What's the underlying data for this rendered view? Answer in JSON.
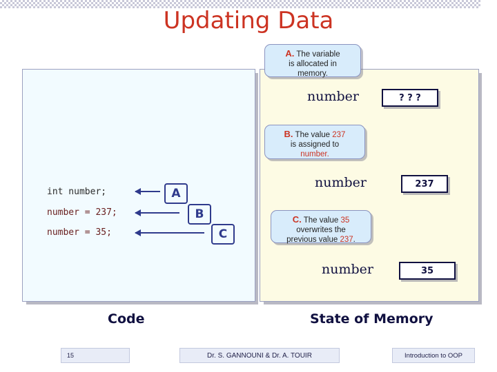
{
  "slide": {
    "title": "Updating Data",
    "code_caption": "Code",
    "memory_caption": "State of Memory"
  },
  "code": {
    "lines": [
      "int number;",
      "number = 237;",
      "number = 35;"
    ],
    "badges": [
      "A",
      "B",
      "C"
    ]
  },
  "callouts": [
    {
      "label": "A.",
      "text_1": "The variable",
      "text_2": "is allocated in",
      "text_3": "memory."
    },
    {
      "label": "B.",
      "text_1": "The value",
      "value_1": "237",
      "text_2": "is assigned to",
      "text_3": "number",
      "text_4": "."
    },
    {
      "label": "C.",
      "text_1": "The value",
      "value_1": "35",
      "text_2": "overwrites the",
      "text_3": "previous value",
      "value_2": "237",
      "text_4": "."
    }
  ],
  "memory": {
    "rows": [
      {
        "name": "number",
        "value": "? ? ?"
      },
      {
        "name": "number",
        "value": "237"
      },
      {
        "name": "number",
        "value": "35"
      }
    ]
  },
  "footer": {
    "slide_number": "15",
    "authors": "Dr. S. GANNOUNI & Dr. A. TOUIR",
    "course": "Introduction to OOP"
  },
  "colors": {
    "title": "#cc3322",
    "accent_red": "#cc3322",
    "code_panel_bg": "#f2fbff",
    "memory_panel_bg": "#fdfbe4",
    "callout_bg": "#d8ecfb",
    "navy": "#101040"
  }
}
